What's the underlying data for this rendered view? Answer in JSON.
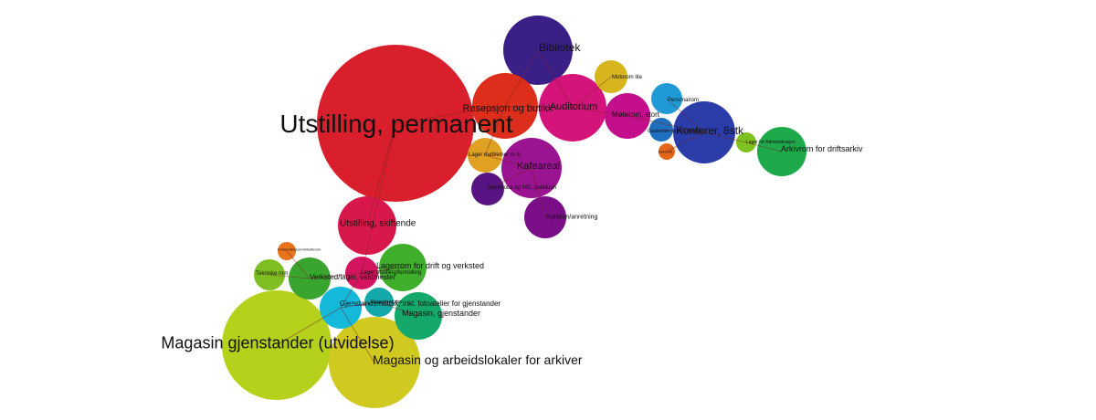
{
  "diagram": {
    "nodes": [
      {
        "id": "bibliotek",
        "label": "Bibliotek",
        "color": "#3a1f87"
      },
      {
        "id": "motorom",
        "label": "Motorom lite",
        "color": "#d6b61c"
      },
      {
        "id": "utstilling-permanent",
        "label": "Utstilling, permanent",
        "color": "#d91f2b"
      },
      {
        "id": "resepsjon",
        "label": "Resepsjon og butikk",
        "color": "#dd2e1c"
      },
      {
        "id": "auditorium",
        "label": "Auditorium",
        "color": "#d4147b"
      },
      {
        "id": "mote-stort",
        "label": "Møterom, stort",
        "color": "#c40f8c"
      },
      {
        "id": "personalrom",
        "label": "Personalrom",
        "color": "#1f9ad6"
      },
      {
        "id": "garderobe-ansatte",
        "label": "Garderobe og WC, ansatte",
        "color": "#1f6fc0"
      },
      {
        "id": "kontorer",
        "label": "Kontorer, 8stk",
        "color": "#2a3da8"
      },
      {
        "id": "lager-adm",
        "label": "Lager for Administrasjon",
        "color": "#7dc21e"
      },
      {
        "id": "arkivrom",
        "label": "Arkivrom for driftsarkiv",
        "color": "#1ea94a"
      },
      {
        "id": "renhold",
        "label": "Renhold",
        "color": "#e2661a"
      },
      {
        "id": "lager-kafe",
        "label": "Lager møblemer m.m.",
        "color": "#e0a021"
      },
      {
        "id": "kafeareal",
        "label": "Kafeareal",
        "color": "#9a1391"
      },
      {
        "id": "garderobe-publikum",
        "label": "Garderobe og WC, publikum",
        "color": "#581482"
      },
      {
        "id": "kjokken",
        "label": "Kjøkken/anretning",
        "color": "#7a0e88"
      },
      {
        "id": "utstilling-skiftende",
        "label": "Utstilling, skiftende",
        "color": "#d8184a"
      },
      {
        "id": "forsendelse",
        "label": "Forsendelsesrom/hellerom",
        "color": "#e8731c"
      },
      {
        "id": "tekniske-rom",
        "label": "Tekniske rom",
        "color": "#7fbe20"
      },
      {
        "id": "verksted",
        "label": "Verksted/lager, vaktmester",
        "color": "#3aa52e"
      },
      {
        "id": "lager-utstilling",
        "label": "Lager utstilling/formidling",
        "color": "#d4145e"
      },
      {
        "id": "lagerrom-drift",
        "label": "Lagerrom for drift og verksted",
        "color": "#3fae2a"
      },
      {
        "id": "gjenstandsmottak",
        "label": "Gjenstandsmottak, inkl. fotoatelier for gjenstander",
        "color": "#14b8d8"
      },
      {
        "id": "magasin-ekstra",
        "label": "Magasin ekstra",
        "color": "#12a9a8"
      },
      {
        "id": "magasin-gjenstander",
        "label": "Magasin, gjenstander",
        "color": "#14a86a"
      },
      {
        "id": "magasin-utvidelse",
        "label": "Magasin gjenstander (utvidelse)",
        "color": "#b5d11c"
      },
      {
        "id": "magasin-arkiver",
        "label": "Magasin og arbeidslokaler for arkiver",
        "color": "#cfc920"
      }
    ]
  }
}
